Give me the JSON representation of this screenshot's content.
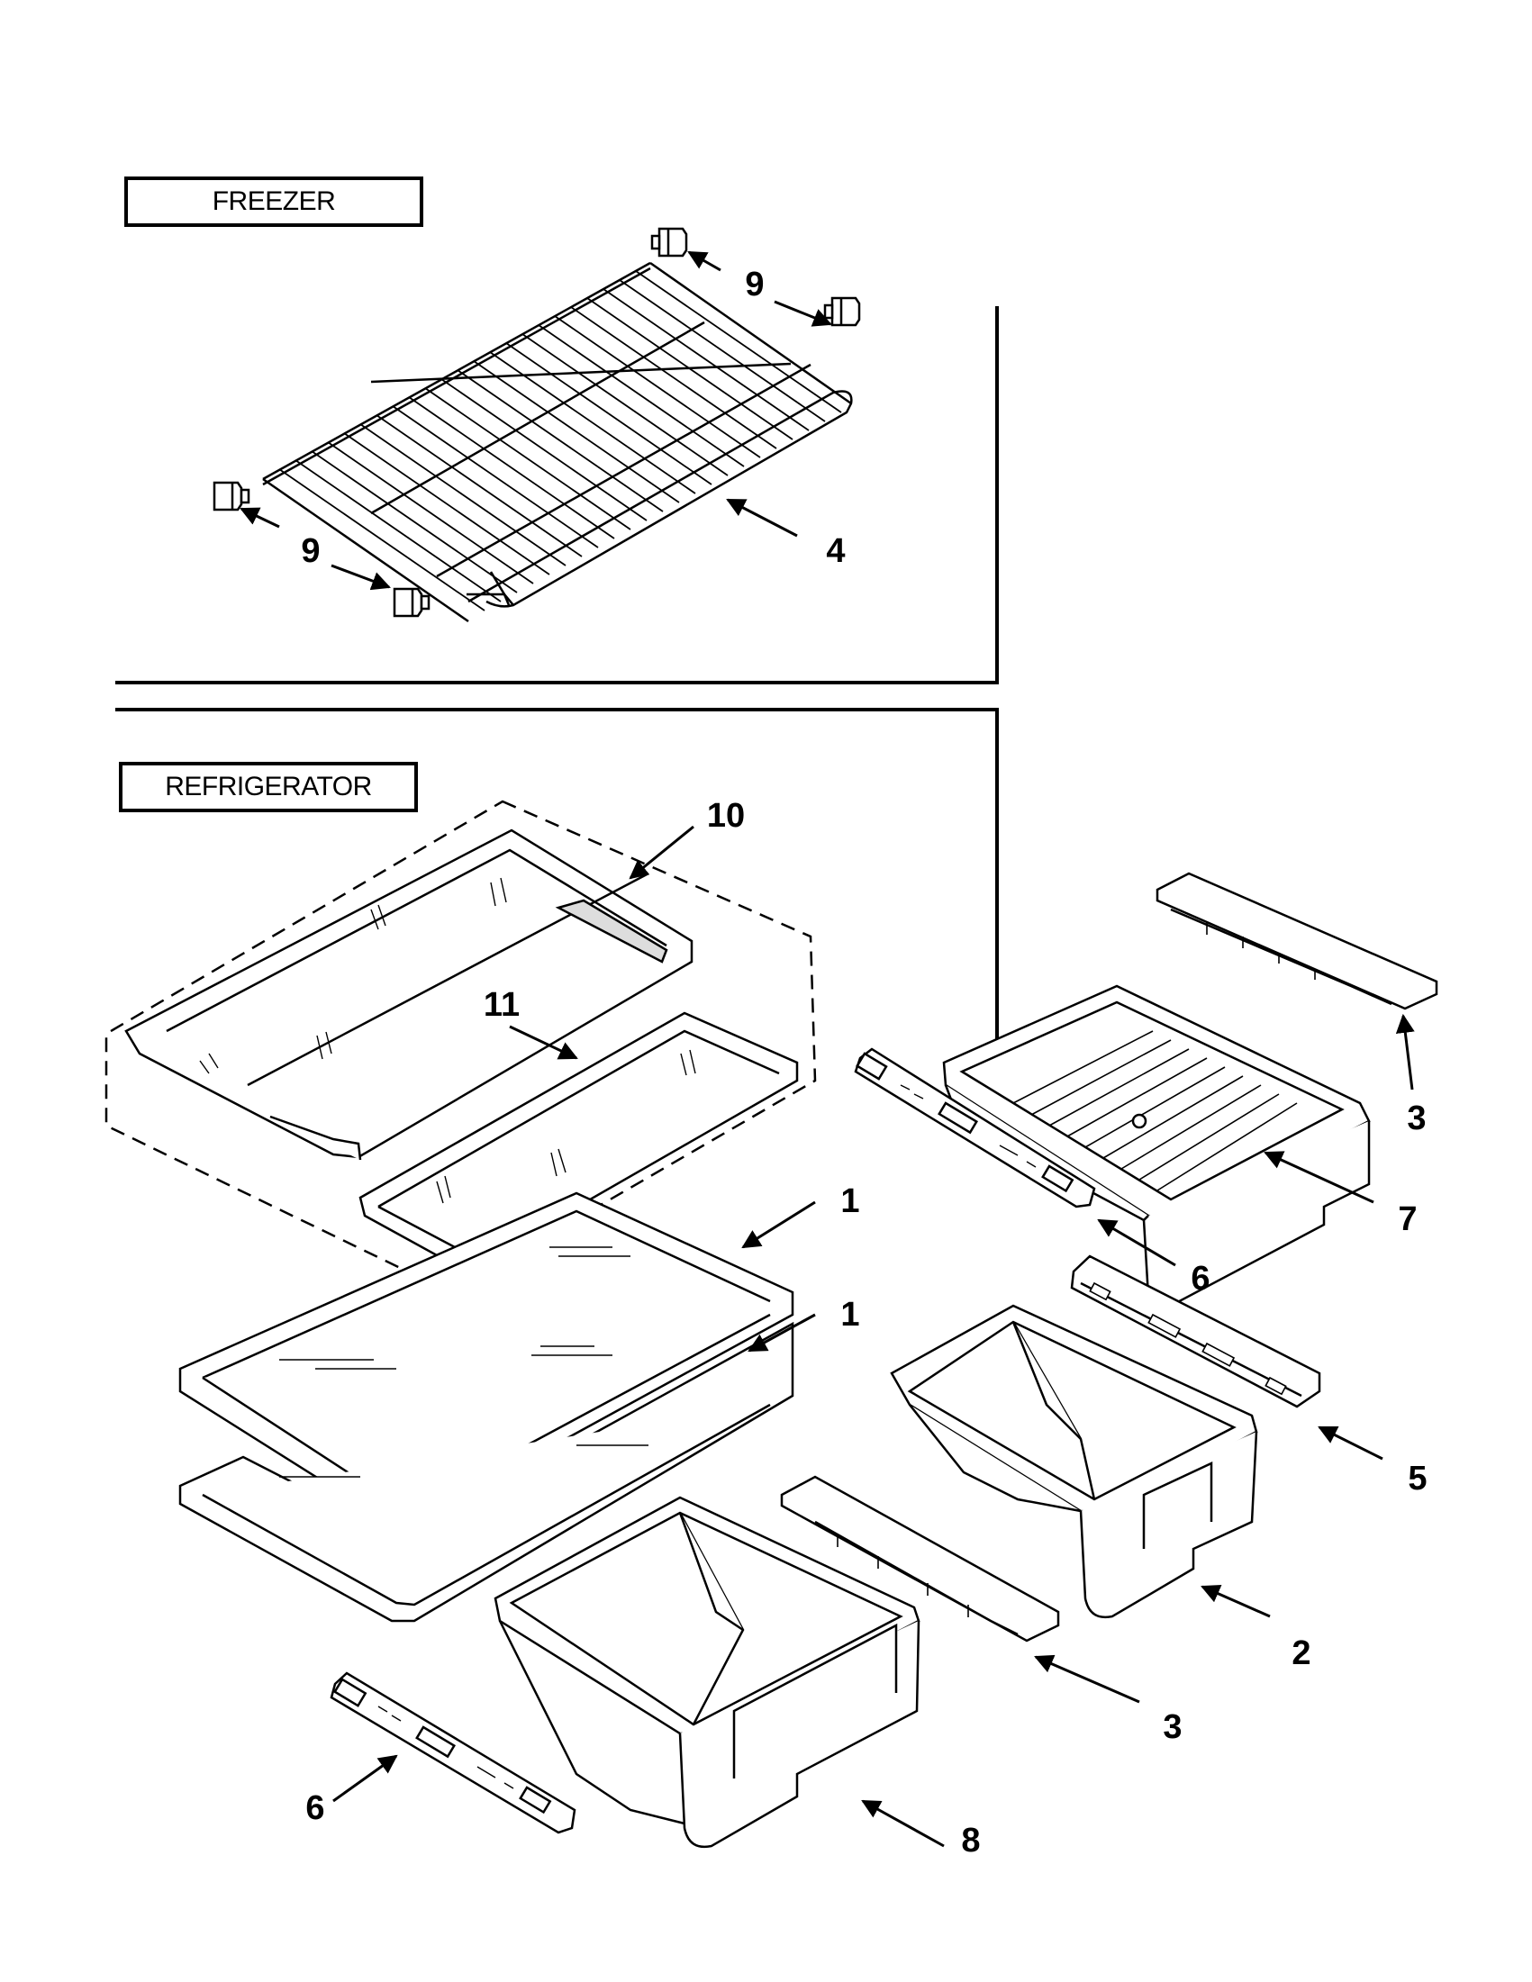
{
  "sections": {
    "freezer": "FREEZER",
    "refrigerator": "REFRIGERATOR"
  },
  "callouts": {
    "freezer_pin_top": "9",
    "freezer_pin_bottom": "9",
    "freezer_shelf": "4",
    "glass_shelf_assembly": "10",
    "small_glass_shelf": "11",
    "shelf_upper": "1",
    "shelf_lower": "1",
    "crisper_cover_top": "3",
    "pan_upper": "7",
    "rail_upper": "6",
    "rail_right": "5",
    "pan_middle": "2",
    "crisper_cover_middle": "3",
    "rail_lower": "6",
    "pan_lower": "8"
  }
}
